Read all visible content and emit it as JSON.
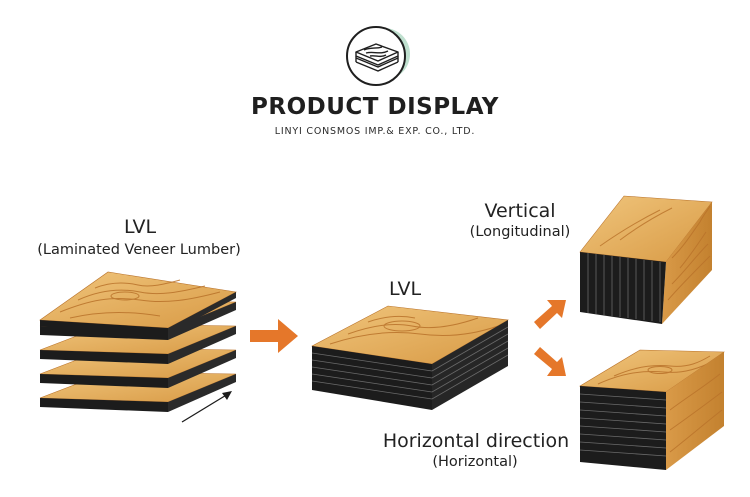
{
  "header": {
    "logo_icon": "wood-veneer-stack-icon",
    "title": "PRODUCT DISPLAY",
    "subtitle": "LINYI CONSMOS IMP.& EXP. CO., LTD."
  },
  "diagram": {
    "stage1": {
      "title": "LVL",
      "subtitle": "(Laminated Veneer Lumber)"
    },
    "stage2": {
      "title": "LVL"
    },
    "output_vertical": {
      "title": "Vertical",
      "subtitle": "(Longitudinal)"
    },
    "output_horizontal": {
      "title": "Horizontal direction",
      "subtitle": "(Horizontal)"
    }
  },
  "colors": {
    "wood_light": "#e9b86a",
    "wood_mid": "#d89a45",
    "wood_grain": "#b9722a",
    "edge_dark": "#1c1c1c",
    "arrow_orange": "#e5772a",
    "logo_green": "#bfe0cf"
  }
}
